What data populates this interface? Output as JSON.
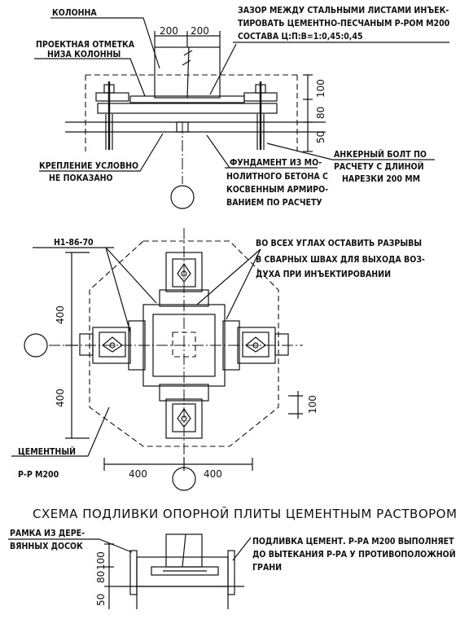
{
  "top": {
    "column": "КОЛОННА",
    "column_width_a": "200",
    "column_width_b": "200",
    "gap_line1": "ЗАЗОР МЕЖДУ СТАЛЬНЫМИ ЛИСТАМИ ИНЪЕК-",
    "gap_line2": "ТИРОВАТЬ ЦЕМЕНТНО-ПЕСЧАНЫМ Р-РОМ М200",
    "gap_line3": "СОСТАВА Ц:П:В=1:0,45:0,45",
    "mark_line1": "ПРОЕКТНАЯ ОТМЕТКА",
    "mark_line2": "НИЗА КОЛОННЫ",
    "dim_100": "100",
    "dim_80": "80",
    "dim_50": "50",
    "anchor_line1": "АНКЕРНЫЙ БОЛТ ПО",
    "anchor_line2": "РАСЧЕТУ С ДЛИНОЙ",
    "anchor_line3": "НАРЕЗКИ 200 ММ",
    "fix_line1": "КРЕПЛЕНИЕ УСЛОВНО",
    "fix_line2": "НЕ ПОКАЗАНО",
    "found_line1": "ФУНДАМЕНТ ИЗ МО-",
    "found_line2": "НОЛИТНОГО БЕТОНА С",
    "found_line3": "КОСВЕННЫМ АРМИРО-",
    "found_line4": "ВАНИЕМ ПО РАСЧЕТУ"
  },
  "plan": {
    "weld_ref": "Н1-86-70",
    "corners_line1": "ВО ВСЕХ УГЛАХ ОСТАВИТЬ РАЗРЫВЫ",
    "corners_line2": "В СВАРНЫХ ШВАХ ДЛЯ ВЫХОДА ВОЗ-",
    "corners_line3": "ДУХА ПРИ ИНЪЕКТИРОВАНИИ",
    "dim_400_upper": "400",
    "dim_400_lower": "400",
    "dim_100": "100",
    "dim_400_left": "400",
    "dim_400_right": "400",
    "cement_line1": "ЦЕМЕНТНЫЙ",
    "cement_line2": "Р-Р М200"
  },
  "section": {
    "title": "СХЕМА ПОДЛИВКИ ОПОРНОЙ ПЛИТЫ ЦЕМЕНТНЫМ РАСТВОРОМ",
    "frame_line1": "РАМКА ИЗ ДЕРЕ-",
    "frame_line2": "ВЯННЫХ ДОСОК",
    "pour_line1": "ПОДЛИВКА ЦЕМЕНТ. Р-РА М200 ВЫПОЛНЯЕТ",
    "pour_line2": "ДО ВЫТЕКАНИЯ Р-РА У ПРОТИВОПОЛОЖНОЙ",
    "pour_line3": "ГРАНИ",
    "dim_100": "100",
    "dim_80": "80",
    "dim_50": "50"
  }
}
